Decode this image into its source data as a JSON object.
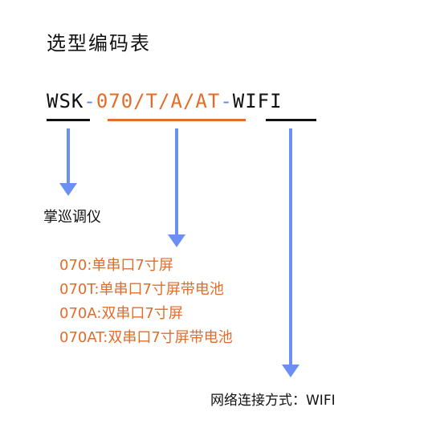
{
  "title": "选型编码表",
  "code": {
    "prefix": "WSK",
    "dash1": "-",
    "model": "070/T/A/AT",
    "dash2": "-",
    "suffix": "WIFI"
  },
  "labels": {
    "prefix_desc": "掌巡调仪",
    "network_desc": "网络连接方式：WIFI"
  },
  "model_options": [
    "070:单串口7寸屏",
    "070T:单串口7寸屏带电池",
    "070A:双串口7寸屏",
    "070AT:双串口7寸屏带电池"
  ],
  "colors": {
    "arrow": "#6b8ff2",
    "orange": "#e46c2a",
    "text": "#111111"
  }
}
